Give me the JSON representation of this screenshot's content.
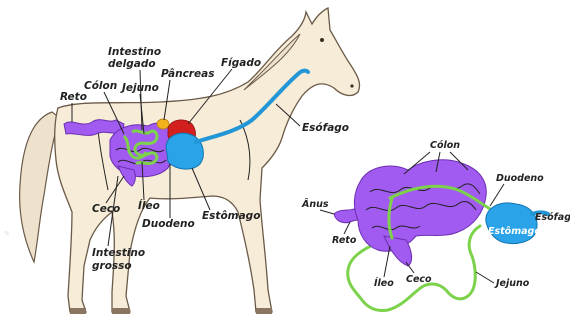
{
  "horse_labels": {
    "intestino_delgado": [
      "Intestino",
      "delgado"
    ],
    "figado": "Fígado",
    "pancreas": "Pâncreas",
    "colon": "Cólon",
    "jejuno": "Jejuno",
    "reto": "Reto",
    "esofago": "Esófago",
    "ceco": "Ceco",
    "ileo": "Íleo",
    "duodeno": "Duodeno",
    "estomago": "Estômago",
    "intestino_grosso": [
      "Intestino",
      "grosso"
    ]
  },
  "tract_labels": {
    "colon": "Cólon",
    "duodeno": "Duodeno",
    "anus": "Ânus",
    "esofago": "Esófago",
    "estomago": "Estômago",
    "reto": "Reto",
    "ileo": "Íleo",
    "ceco": "Ceco",
    "jejuno": "Jejuno"
  },
  "colors": {
    "large_intestine": "#a25bf0",
    "small_intestine": "#7cd24a",
    "stomach": "#2aa3e8",
    "esophagus": "#2296d6",
    "liver": "#d41f1f",
    "pancreas": "#f2b21b",
    "horse_fill": "#f7ecd8",
    "horse_outline": "#6b5a48"
  }
}
